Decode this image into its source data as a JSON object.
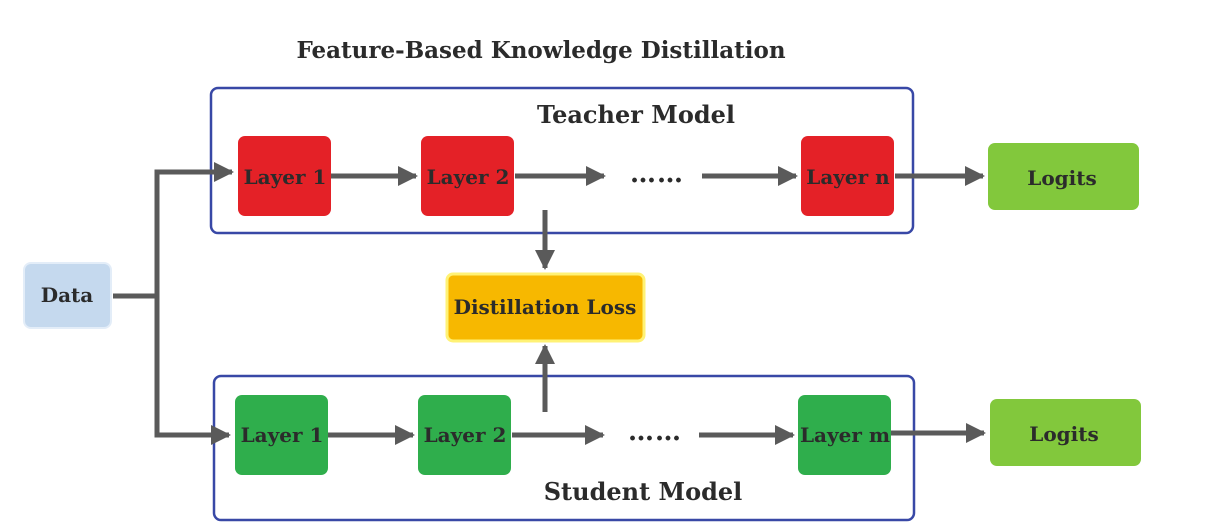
{
  "title": "Feature-Based Knowledge Distillation",
  "data_label": "Data",
  "teacher": {
    "title": "Teacher Model",
    "layers": [
      "Layer 1",
      "Layer 2",
      "Layer n"
    ],
    "ellipsis": "……",
    "output": "Logits"
  },
  "student": {
    "title": "Student Model",
    "layers": [
      "Layer 1",
      "Layer 2",
      "Layer m"
    ],
    "ellipsis": "……",
    "output": "Logits"
  },
  "loss_label": "Distillation Loss",
  "colors": {
    "data": "#c5d9ee",
    "teacher_layer": "#e42127",
    "student_layer": "#2fae4c",
    "logits": "#82c83c",
    "loss": "#f7b800",
    "loss_border": "#fff275",
    "frame": "#3848a6",
    "arrow": "#5a5a5a"
  }
}
